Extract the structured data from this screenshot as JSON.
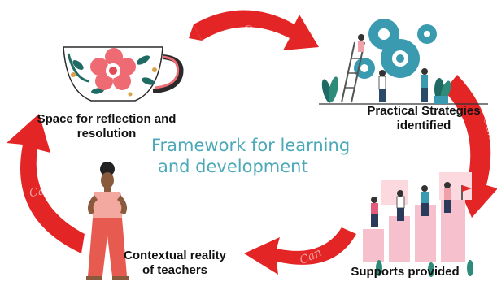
{
  "diagram": {
    "center_title_line1": "Framework for learning",
    "center_title_line2": "and development",
    "nodes": {
      "reflection": {
        "line1": "Space for reflection and",
        "line2": "resolution",
        "icon": "teacup-icon"
      },
      "strategies": {
        "line1": "Practical Strategies",
        "line2": "identified",
        "icon": "gears-team-icon"
      },
      "supports": {
        "line1": "Supports provided",
        "icon": "climbing-team-icon"
      },
      "teachers": {
        "line1": "Contextual reality",
        "line2": "of teachers",
        "icon": "woman-figure-icon"
      }
    },
    "watermark": "Can"
  },
  "colors": {
    "arrow": "#e42525",
    "title": "#4ba9b8",
    "label": "#111111",
    "flower": "#ee6b73",
    "teal": "#3a9bb0",
    "leaf": "#1f6b63",
    "cup_gold": "#d9a24a",
    "block_pink": "#f6c1cc"
  }
}
